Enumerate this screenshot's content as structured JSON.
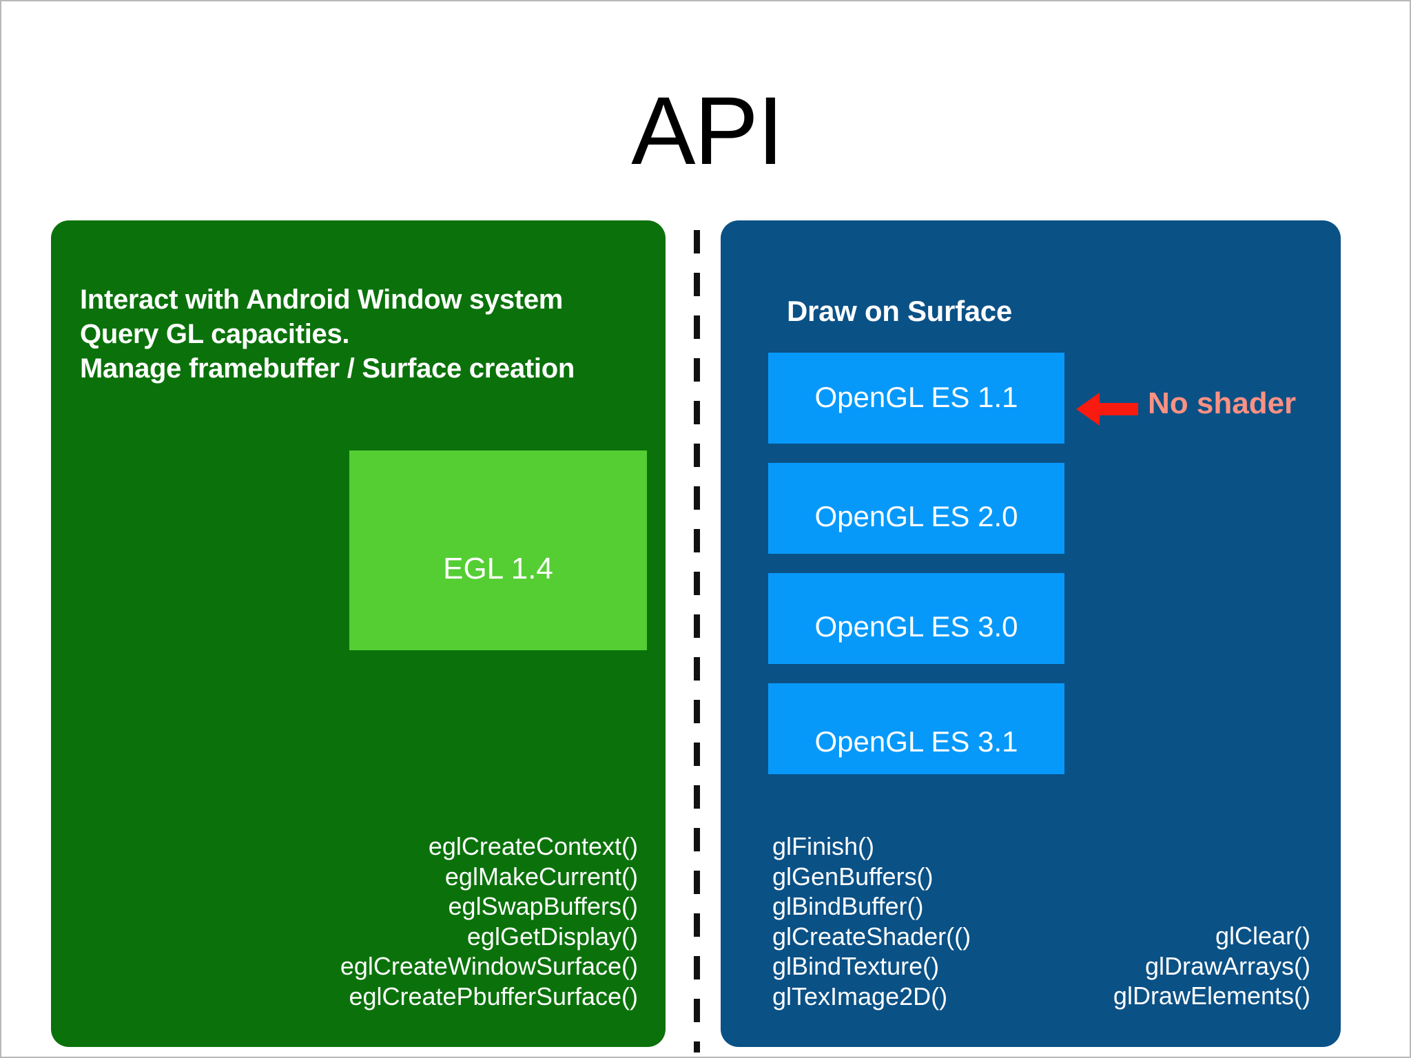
{
  "title": "API",
  "colors": {
    "background": "#ffffff",
    "green_panel": "#0b720b",
    "egl_box": "#55ce34",
    "blue_panel": "#0a5186",
    "gl_box": "#0799fa",
    "arrow": "#f91a10",
    "annotation_text": "#fd9183",
    "divider": "#111111",
    "panel_text": "#ffffff",
    "title_text": "#000000"
  },
  "left_panel": {
    "description_lines": [
      "Interact with Android Window system",
      "Query GL capacities.",
      "Manage framebuffer / Surface creation"
    ],
    "highlight_box": {
      "label": "EGL 1.4"
    },
    "functions": [
      "eglCreateContext()",
      "eglMakeCurrent()",
      "eglSwapBuffers()",
      "eglGetDisplay()",
      "eglCreateWindowSurface()",
      "eglCreatePbufferSurface()"
    ]
  },
  "right_panel": {
    "heading": "Draw on Surface",
    "versions": [
      {
        "label": "OpenGL ES 1.1"
      },
      {
        "label": "OpenGL ES 2.0"
      },
      {
        "label": "OpenGL ES 3.0"
      },
      {
        "label": "OpenGL ES 3.1"
      }
    ],
    "annotation": {
      "arrow_icon": "arrow-left-icon",
      "text": "No shader"
    },
    "functions_left": [
      "glFinish()",
      "glGenBuffers()",
      "glBindBuffer()",
      "glCreateShader(()",
      "glBindTexture()",
      "glTexImage2D()"
    ],
    "functions_right": [
      "glClear()",
      "glDrawArrays()",
      "glDrawElements()"
    ]
  },
  "divider": {
    "style": "vertical-dashed-line"
  }
}
